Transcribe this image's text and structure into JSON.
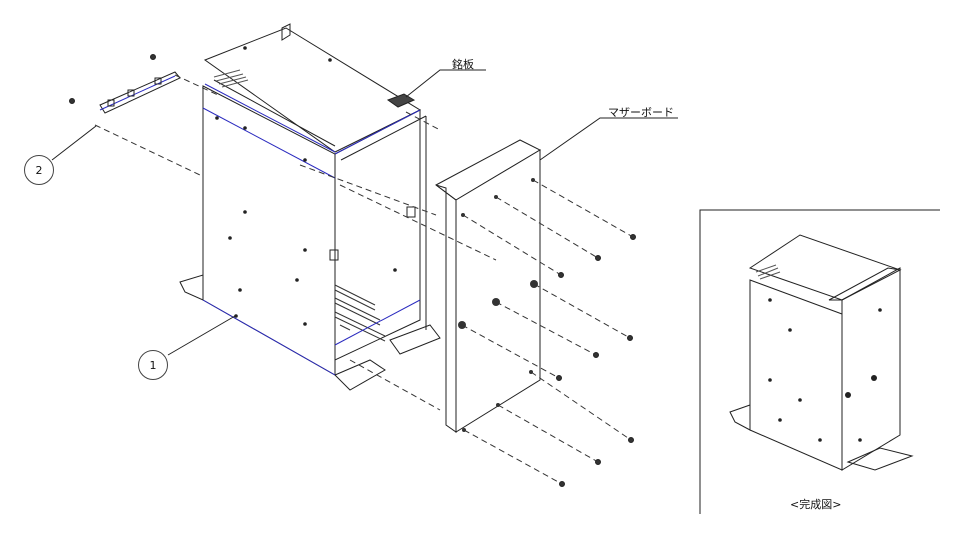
{
  "labels": {
    "nameplate": "銘板",
    "motherboard": "マザーボード",
    "completed": "<完成図>"
  },
  "balloons": [
    {
      "num": "1"
    },
    {
      "num": "2"
    }
  ],
  "colors": {
    "line": "#222222",
    "edge_accent": "#2b2bbf",
    "hidden": "#333333"
  }
}
